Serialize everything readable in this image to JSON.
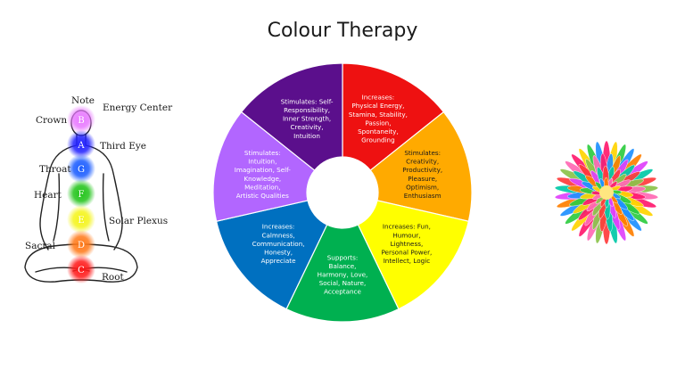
{
  "title": "Colour Therapy",
  "chakra": {
    "header_note": "Note",
    "header_energy": "Energy Center",
    "points": [
      {
        "note": "B",
        "center": "Crown",
        "color": "#e879ff",
        "side": "left"
      },
      {
        "note": "A",
        "center": "Third Eye",
        "color": "#2222ff",
        "side": "right"
      },
      {
        "note": "G",
        "center": "Throat",
        "color": "#1a5cff",
        "side": "left"
      },
      {
        "note": "F",
        "center": "Heart",
        "color": "#22c41a",
        "side": "left"
      },
      {
        "note": "E",
        "center": "Solar Plexus",
        "color": "#f4f41a",
        "side": "right"
      },
      {
        "note": "D",
        "center": "Sacral",
        "color": "#ff7a1a",
        "side": "left"
      },
      {
        "note": "C",
        "center": "Root",
        "color": "#ff1a1a",
        "side": "right"
      }
    ]
  },
  "wheel": {
    "segments": [
      {
        "color": "#ee1111",
        "text_color": "white",
        "lines": [
          "Increases:",
          "Physical Energy,",
          "Stamina, Stability,",
          "Passion,",
          "Spontaneity,",
          "Grounding"
        ]
      },
      {
        "color": "#ffaa00",
        "text_color": "dark",
        "lines": [
          "Stimulates:",
          "Creativity,",
          "Productivity,",
          "Pleasure,",
          "Optimism,",
          "Enthusiasm"
        ]
      },
      {
        "color": "#ffff00",
        "text_color": "dark",
        "lines": [
          "Increases: Fun,",
          "Humour,",
          "Lightness,",
          "Personal Power,",
          "Intellect, Logic"
        ]
      },
      {
        "color": "#00b050",
        "text_color": "white",
        "lines": [
          "Supports:",
          "Balance,",
          "Harmony, Love,",
          "Social, Nature,",
          "Acceptance"
        ]
      },
      {
        "color": "#0070c0",
        "text_color": "white",
        "lines": [
          "Increases:",
          "Calmness,",
          "Communication,",
          "Honesty,",
          "Appreciate"
        ]
      },
      {
        "color": "#b266ff",
        "text_color": "white",
        "lines": [
          "Stimulates:",
          "Intuition,",
          "Imagination, Self-",
          "Knowledge,",
          "Meditation,",
          "Artistic Qualities"
        ]
      },
      {
        "color": "#5b0f8c",
        "text_color": "white",
        "lines": [
          "Stimulates: Self-",
          "Responsibility,",
          "Inner Strength,",
          "Creativity,",
          "Intuition"
        ]
      }
    ]
  },
  "flower": {
    "petal_colors": [
      "#ff1a6e",
      "#ffd400",
      "#2ecc40",
      "#1e90ff",
      "#ff7f00",
      "#e040fb",
      "#00c9a7",
      "#ff3b3b",
      "#8bc34a",
      "#ff69b4"
    ]
  }
}
